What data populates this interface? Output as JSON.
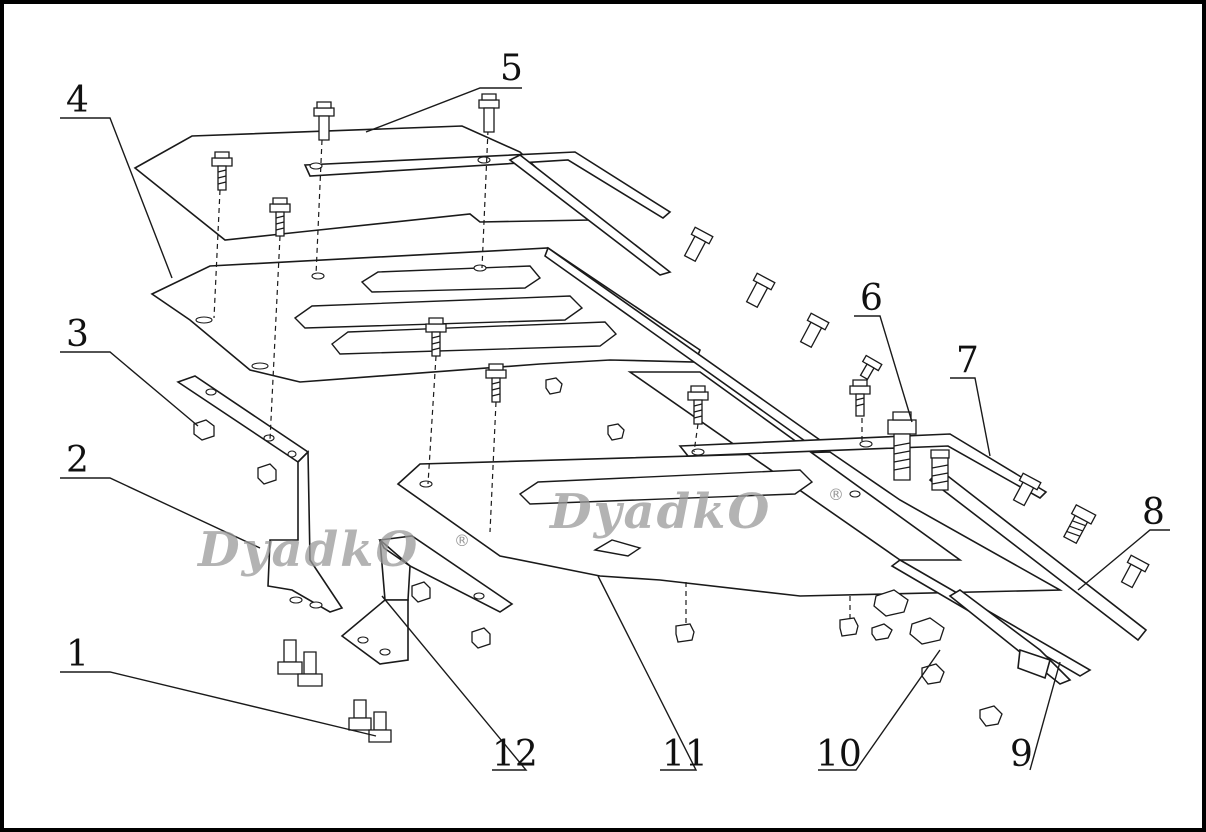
{
  "diagram": {
    "callouts": [
      "1",
      "2",
      "3",
      "4",
      "5",
      "6",
      "7",
      "8",
      "9",
      "10",
      "11",
      "12"
    ]
  },
  "watermark": {
    "text": "DyadkO",
    "mark": "®"
  },
  "colors": {
    "line": "#1a1a1a",
    "watermark": "#9a9a9a",
    "background": "#ffffff",
    "border": "#000000"
  }
}
